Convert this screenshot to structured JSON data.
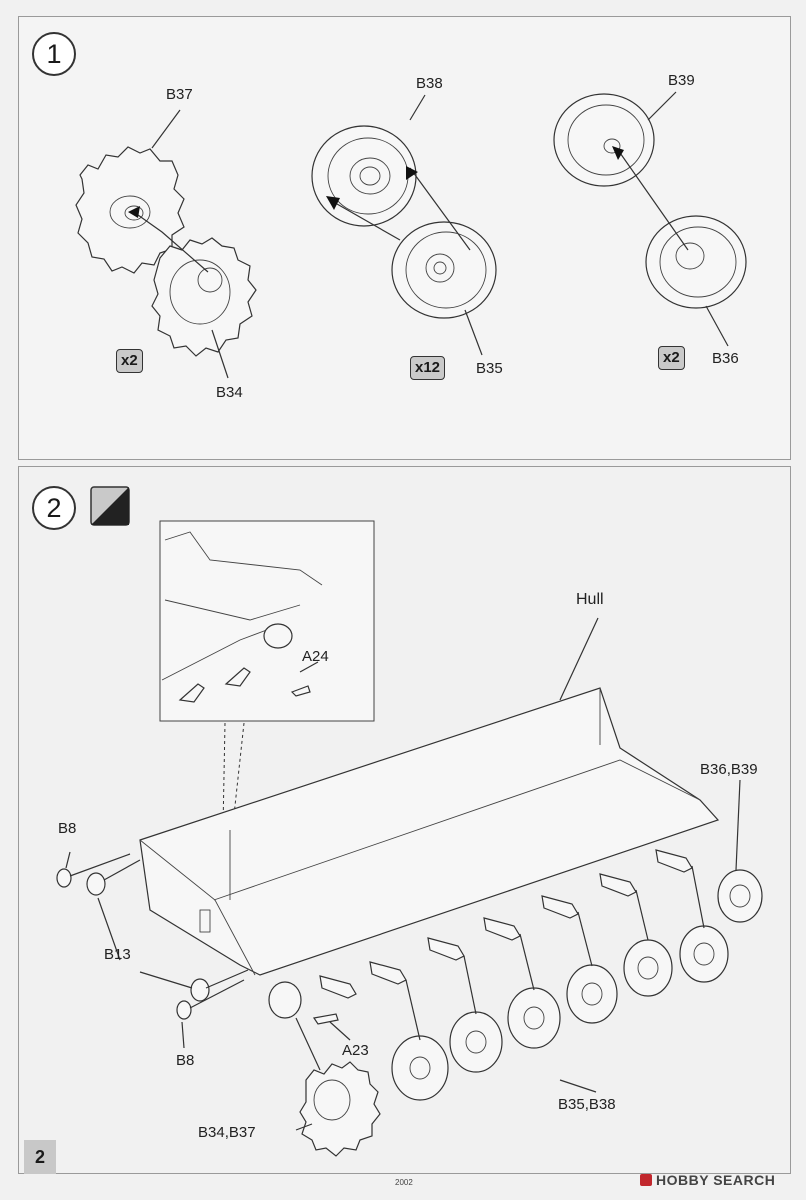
{
  "step1": {
    "number": "1",
    "parts": {
      "b37": "B37",
      "b34": "B34",
      "b38": "B38",
      "b35": "B35",
      "b39": "B39",
      "b36": "B36"
    },
    "quantities": {
      "sprocket": "x2",
      "road_wheel": "x12",
      "idler": "x2"
    }
  },
  "step2": {
    "number": "2",
    "icon": "half-black-square-icon",
    "labels": {
      "hull": "Hull",
      "a24": "A24",
      "b36_b39": "B36,B39",
      "b8_top": "B8",
      "b13": "B13",
      "b8_bottom": "B8",
      "a23": "A23",
      "b35_b38": "B35,B38",
      "b34_b37": "B34,B37"
    }
  },
  "footer": {
    "page_number": "2",
    "code": "2002",
    "watermark": "HOBBY SEARCH"
  }
}
